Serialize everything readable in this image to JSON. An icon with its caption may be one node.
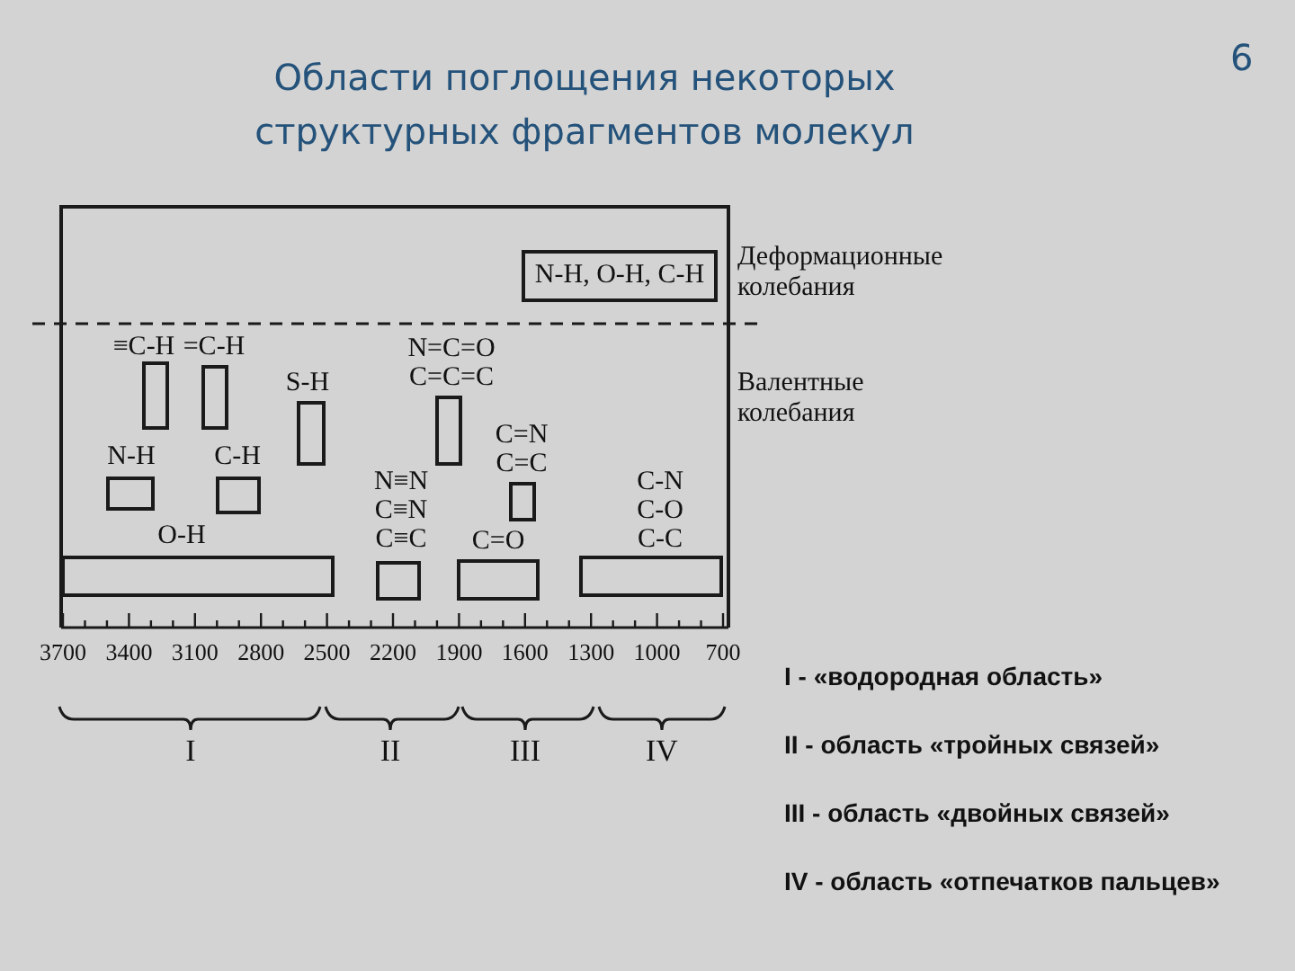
{
  "diagram": {
    "title": "Области поглощения некоторых структурных фрагментов молекул",
    "nodes": [
      {
        "text": [
          "N-H, O-H, C-H"
        ]
      },
      {
        "text": [
          "≡C-H"
        ]
      },
      {
        "text": [
          "=C-H"
        ]
      },
      {
        "text": [
          "N=C=O C=C=C"
        ]
      },
      {
        "text": [
          "S-H"
        ]
      },
      {
        "text": [
          "C=N C=C"
        ]
      },
      {
        "text": [
          "N-H"
        ]
      },
      {
        "text": [
          "C-H"
        ]
      },
      {
        "text": [
          "N≡N C≡N C≡C"
        ]
      },
      {
        "text": [
          "C-N C-O C-C"
        ]
      },
      {
        "text": [
          "O-H"
        ]
      },
      {
        "text": [
          "C=O"
        ]
      }
    ],
    "labels": [
      "6",
      "Деформационные колебания",
      "Валентные колебания",
      "3700",
      "3400",
      "3100",
      "2800",
      "2500",
      "2200",
      "1900",
      "1600",
      "1300",
      "1000",
      "700",
      "I",
      "II",
      "III",
      "IV",
      "I - «водородная область»",
      "II - область «тройных связей»",
      "III - область «двойных связей»",
      "IV - область «отпечатков пальцев»"
    ]
  }
}
